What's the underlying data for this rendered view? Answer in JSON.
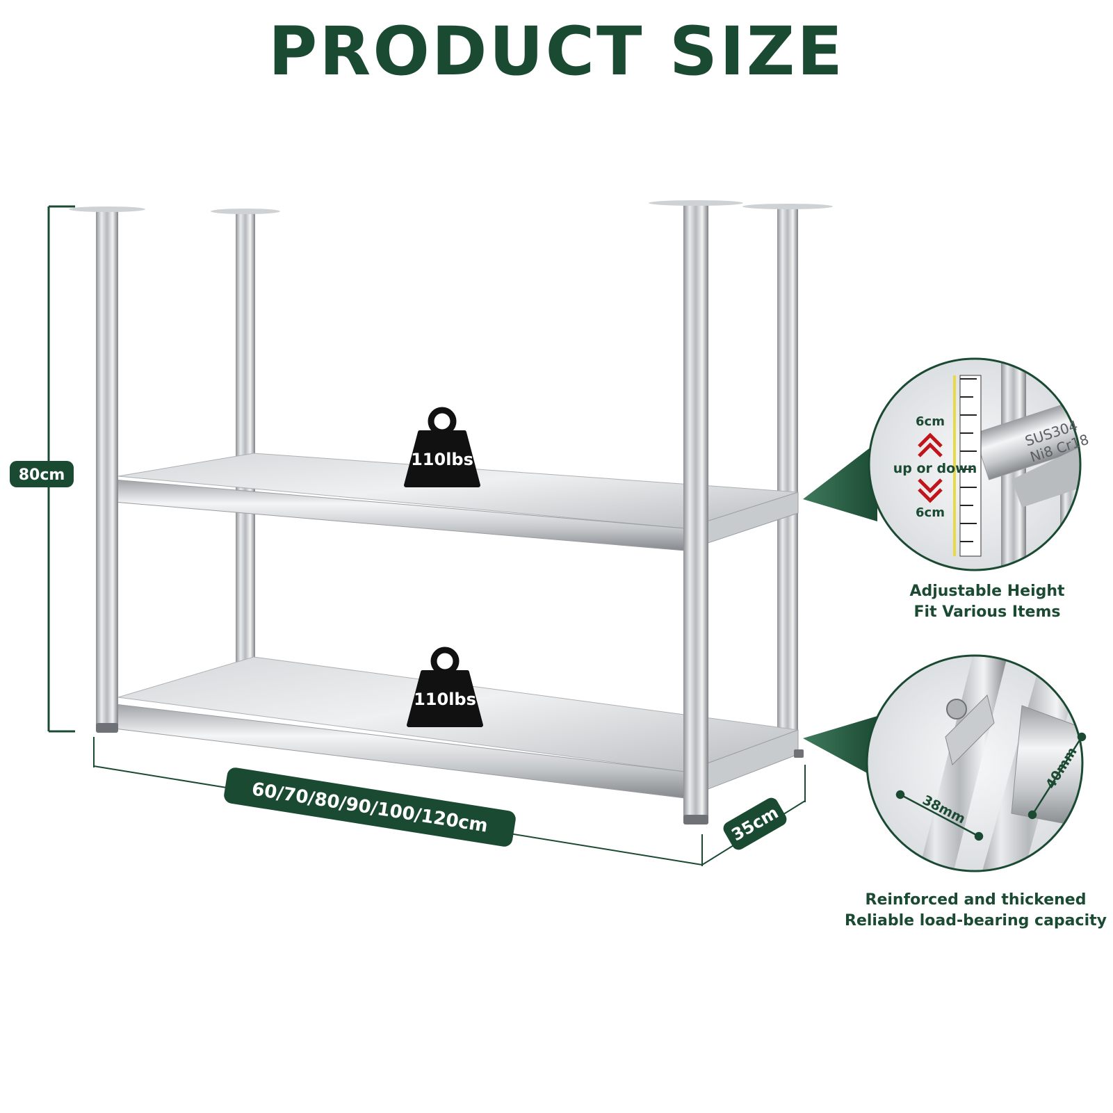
{
  "title": "PRODUCT SIZE",
  "dimensions": {
    "height": "80cm",
    "width": "60/70/80/90/100/120cm",
    "depth": "35cm"
  },
  "shelf_loads": [
    "110lbs",
    "110lbs"
  ],
  "detail_height": {
    "up_label": "6cm",
    "middle_label": "up or down",
    "down_label": "6cm",
    "engraving_line1": "SUS304",
    "engraving_line2": "Ni8 Cr18",
    "caption_line1": "Adjustable Height",
    "caption_line2": "Fit Various Items"
  },
  "detail_tube": {
    "tube_label": "38mm",
    "bracket_label": "40mm",
    "caption_line1": "Reinforced and thickened",
    "caption_line2": "Reliable load-bearing capacity"
  },
  "colors": {
    "brand_green": "#1b4a33",
    "arrow_red": "#c0151b"
  }
}
